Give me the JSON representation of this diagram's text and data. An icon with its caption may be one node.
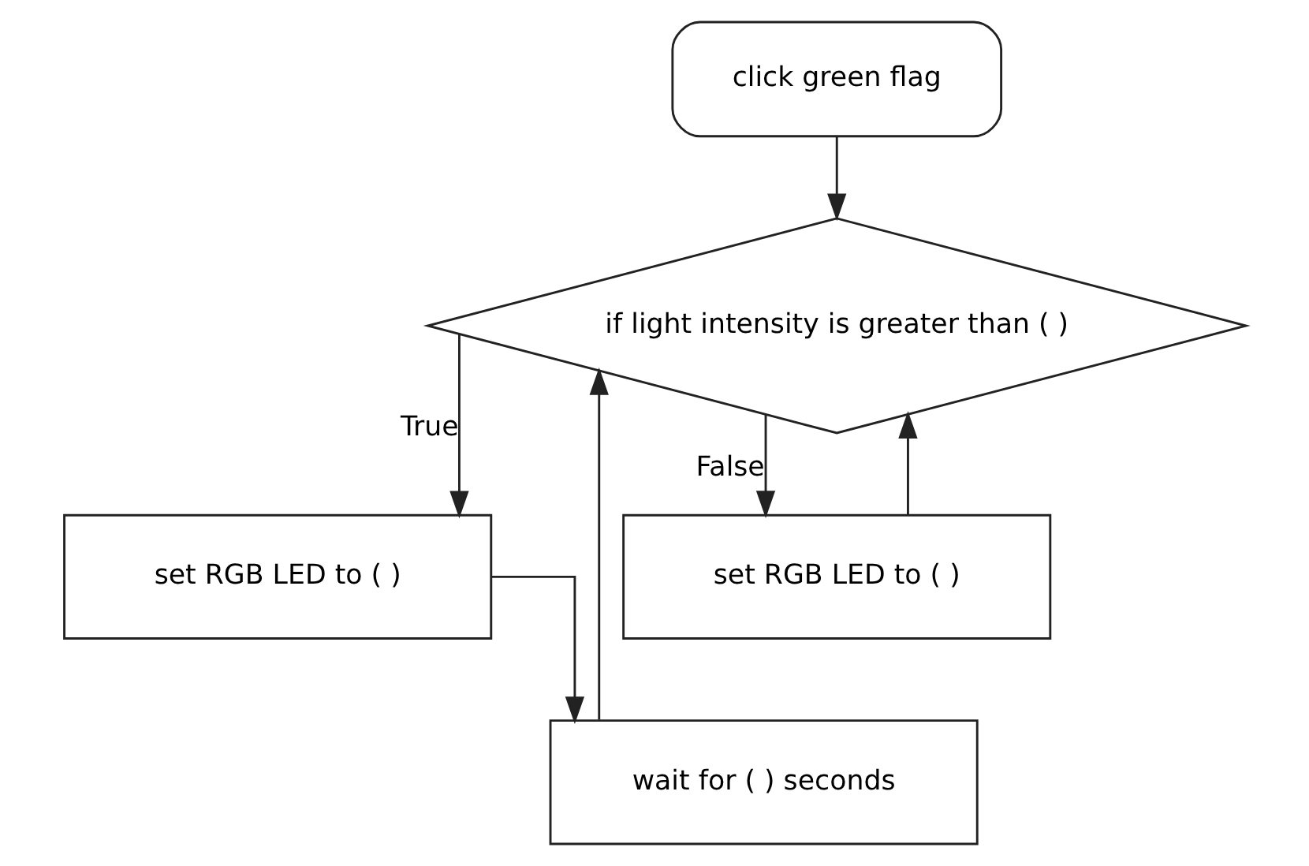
{
  "diagram": {
    "nodes": [
      {
        "text": [
          "click green flag"
        ]
      },
      {
        "text": [
          "if light intensity is greater than ( )"
        ]
      },
      {
        "text": [
          "set RGB LED to ( )"
        ]
      },
      {
        "text": [
          "wait for ( ) seconds"
        ]
      },
      {
        "text": [
          "set RGB LED to ( )"
        ]
      }
    ],
    "edges": [
      {
        "from": 0,
        "to": 1,
        "arrow": "to"
      },
      {
        "from": 1,
        "to": 2,
        "arrow": "to",
        "label": "True"
      },
      {
        "from": 1,
        "to": 4,
        "arrow": "to",
        "label": "False"
      },
      {
        "from": 2,
        "to": 3,
        "arrow": "to"
      },
      {
        "from": 3,
        "to": 1,
        "arrow": "to"
      },
      {
        "from": 4,
        "to": 1,
        "arrow": "to"
      }
    ]
  }
}
